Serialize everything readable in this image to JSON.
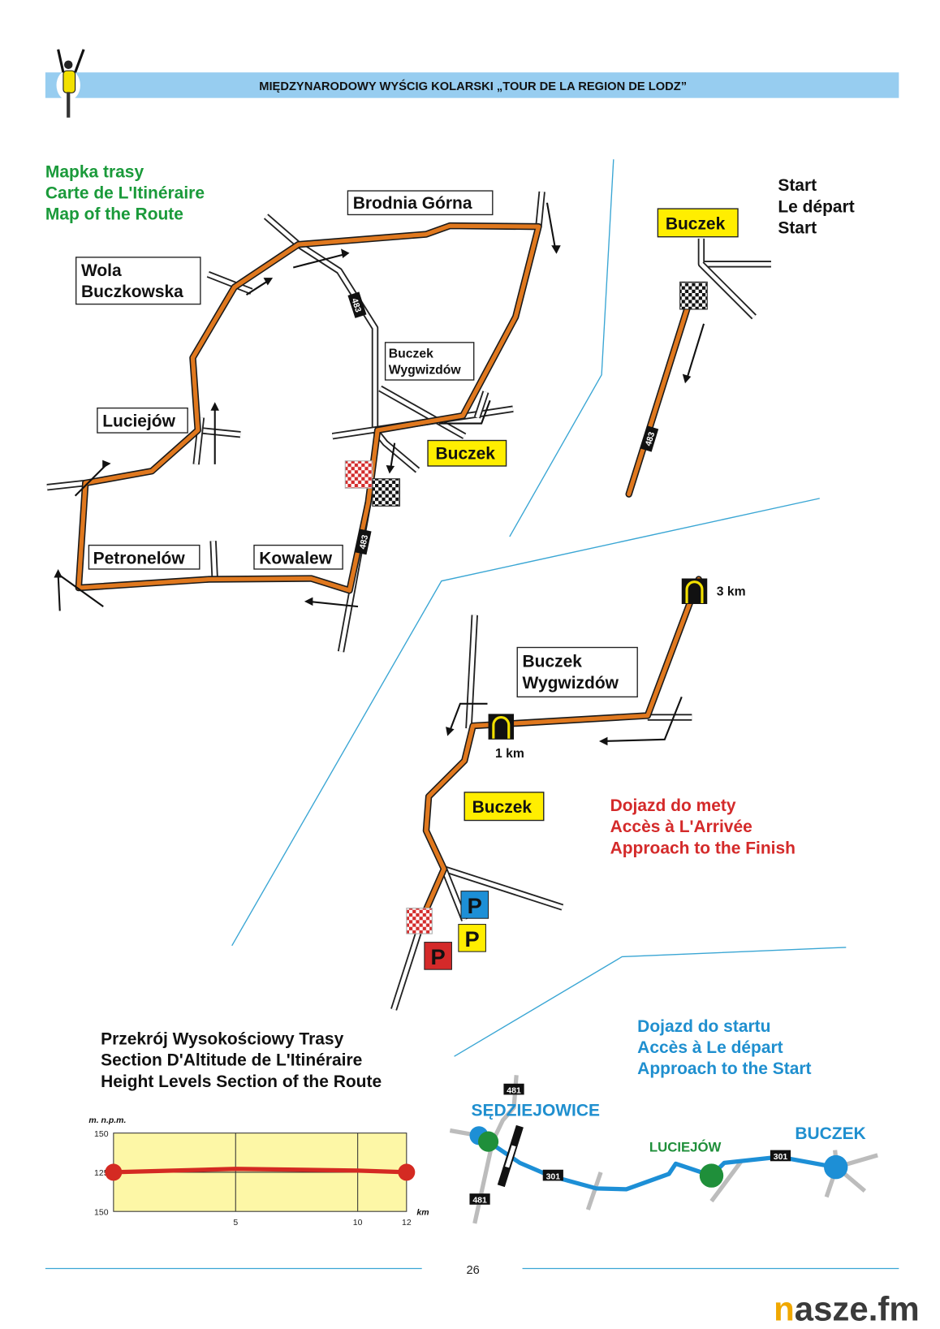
{
  "header": {
    "title": "MIĘDZYNARODOWY WYŚCIG KOLARSKI „TOUR DE LA REGION DE LODZ”",
    "accent_color": "#97cdf0"
  },
  "route_map": {
    "title_lines": [
      "Mapka trasy",
      "Carte de L'Itinéraire",
      "Map of the Route"
    ],
    "places": [
      "Brodnia Górna",
      "Wola",
      "Buczkowska",
      "Buczek",
      "Wygwizdów",
      "Luciejów",
      "Buczek",
      "Petronelów",
      "Kowalew"
    ],
    "road_numbers": [
      "483",
      "483"
    ],
    "route_color": "#e0781e",
    "title_color": "#1a9a3a"
  },
  "start_map": {
    "title_lines": [
      "Start",
      "Le départ",
      "Start"
    ],
    "place": "Buczek",
    "road_number": "483"
  },
  "finish_map": {
    "title_lines": [
      "Dojazd do mety",
      "Accès à L'Arrivée",
      "Approach to the Finish"
    ],
    "places": [
      "Buczek",
      "Wygwizdów",
      "Buczek"
    ],
    "distance_3km": "3 km",
    "distance_1km": "1 km",
    "parking": [
      "P",
      "P",
      "P"
    ],
    "title_color": "#d42a2a"
  },
  "profile": {
    "title_lines": [
      "Przekrój Wysokościowy Trasy",
      "Section D'Altitude de L'Itinéraire",
      "Height Levels Section of the Route"
    ]
  },
  "chart_data": {
    "type": "line",
    "title": "Height Levels Section of the Route",
    "xlabel": "km",
    "ylabel": "m. n.p.m.",
    "x": [
      0,
      5,
      10,
      12
    ],
    "values": [
      125,
      127,
      126,
      125
    ],
    "x_tick_labels": [
      "5",
      "10",
      "12"
    ],
    "y_tick_labels": [
      "150",
      "125",
      "150"
    ],
    "xlim": [
      0,
      12
    ],
    "ylim": [
      100,
      150
    ],
    "grid": true,
    "line_color": "#d42a22",
    "fill_color": "#fdf7a6"
  },
  "approach_start": {
    "title_lines": [
      "Dojazd do startu",
      "Accès à Le départ",
      "Approach to the Start"
    ],
    "towns": [
      "SĘDZIEJOWICE",
      "LUCIEJÓW",
      "BUCZEK"
    ],
    "road_numbers": [
      "481",
      "481",
      "301",
      "301"
    ],
    "title_color": "#1f8fcf"
  },
  "footer": {
    "page_number": "26",
    "logo_n": "n",
    "logo_rest": "asze.fm"
  }
}
